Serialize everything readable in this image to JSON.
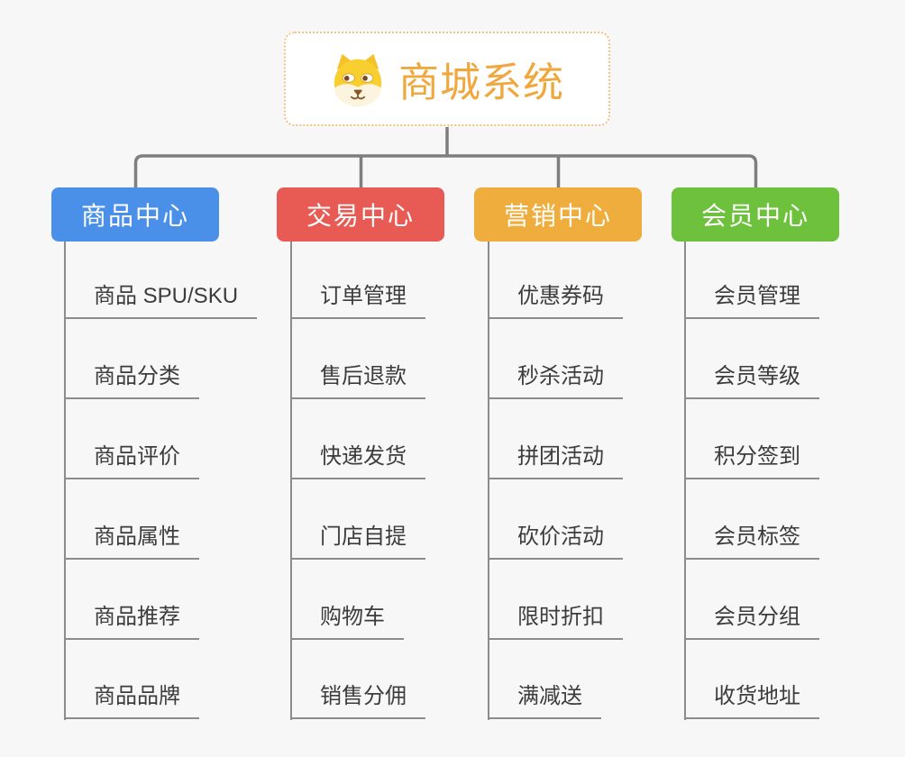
{
  "canvas_background": "#F7F7F7",
  "connector_color": "#7E7E7E",
  "leaf_line_color": "#8C8C8C",
  "leaf_text_color": "#3C3C3C",
  "root": {
    "title": "商城系统",
    "icon": "shiba-dog-icon",
    "text_color": "#EFA83E",
    "border_color": "#F2C083",
    "background": "#FFFFFF"
  },
  "branches": [
    {
      "label": "商品中心",
      "color": "#4A90E8",
      "items": [
        "商品 SPU/SKU",
        "商品分类",
        "商品评价",
        "商品属性",
        "商品推荐",
        "商品品牌"
      ]
    },
    {
      "label": "交易中心",
      "color": "#E85B55",
      "items": [
        "订单管理",
        "售后退款",
        "快递发货",
        "门店自提",
        "购物车",
        "销售分佣"
      ]
    },
    {
      "label": "营销中心",
      "color": "#EFAD3D",
      "items": [
        "优惠券码",
        "秒杀活动",
        "拼团活动",
        "砍价活动",
        "限时折扣",
        "满减送"
      ]
    },
    {
      "label": "会员中心",
      "color": "#6EC13C",
      "items": [
        "会员管理",
        "会员等级",
        "积分签到",
        "会员标签",
        "会员分组",
        "收货地址"
      ]
    }
  ]
}
